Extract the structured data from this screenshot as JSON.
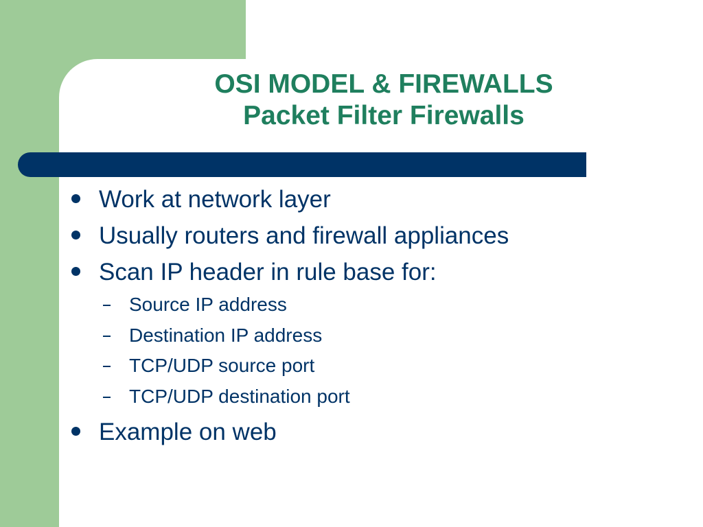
{
  "slide": {
    "title_line1": "OSI MODEL & FIREWALLS",
    "title_line2": "Packet Filter Firewalls",
    "bullets": [
      {
        "level": 1,
        "text": "Work at network layer"
      },
      {
        "level": 1,
        "text": "Usually routers and firewall appliances"
      },
      {
        "level": 1,
        "text": "Scan IP header in rule base for:"
      },
      {
        "level": 2,
        "text": "Source IP address"
      },
      {
        "level": 2,
        "text": "Destination IP address"
      },
      {
        "level": 2,
        "text": "TCP/UDP source port"
      },
      {
        "level": 2,
        "text": "TCP/UDP destination port"
      },
      {
        "level": 1,
        "text": "Example on web"
      }
    ]
  },
  "colors": {
    "accent_green": "#9ecb98",
    "title_green": "#1f7f5e",
    "navy": "#003366",
    "background": "#ffffff"
  },
  "icons": {
    "level1_marker": "bullet-dot-icon",
    "level2_marker": "dash-icon"
  }
}
